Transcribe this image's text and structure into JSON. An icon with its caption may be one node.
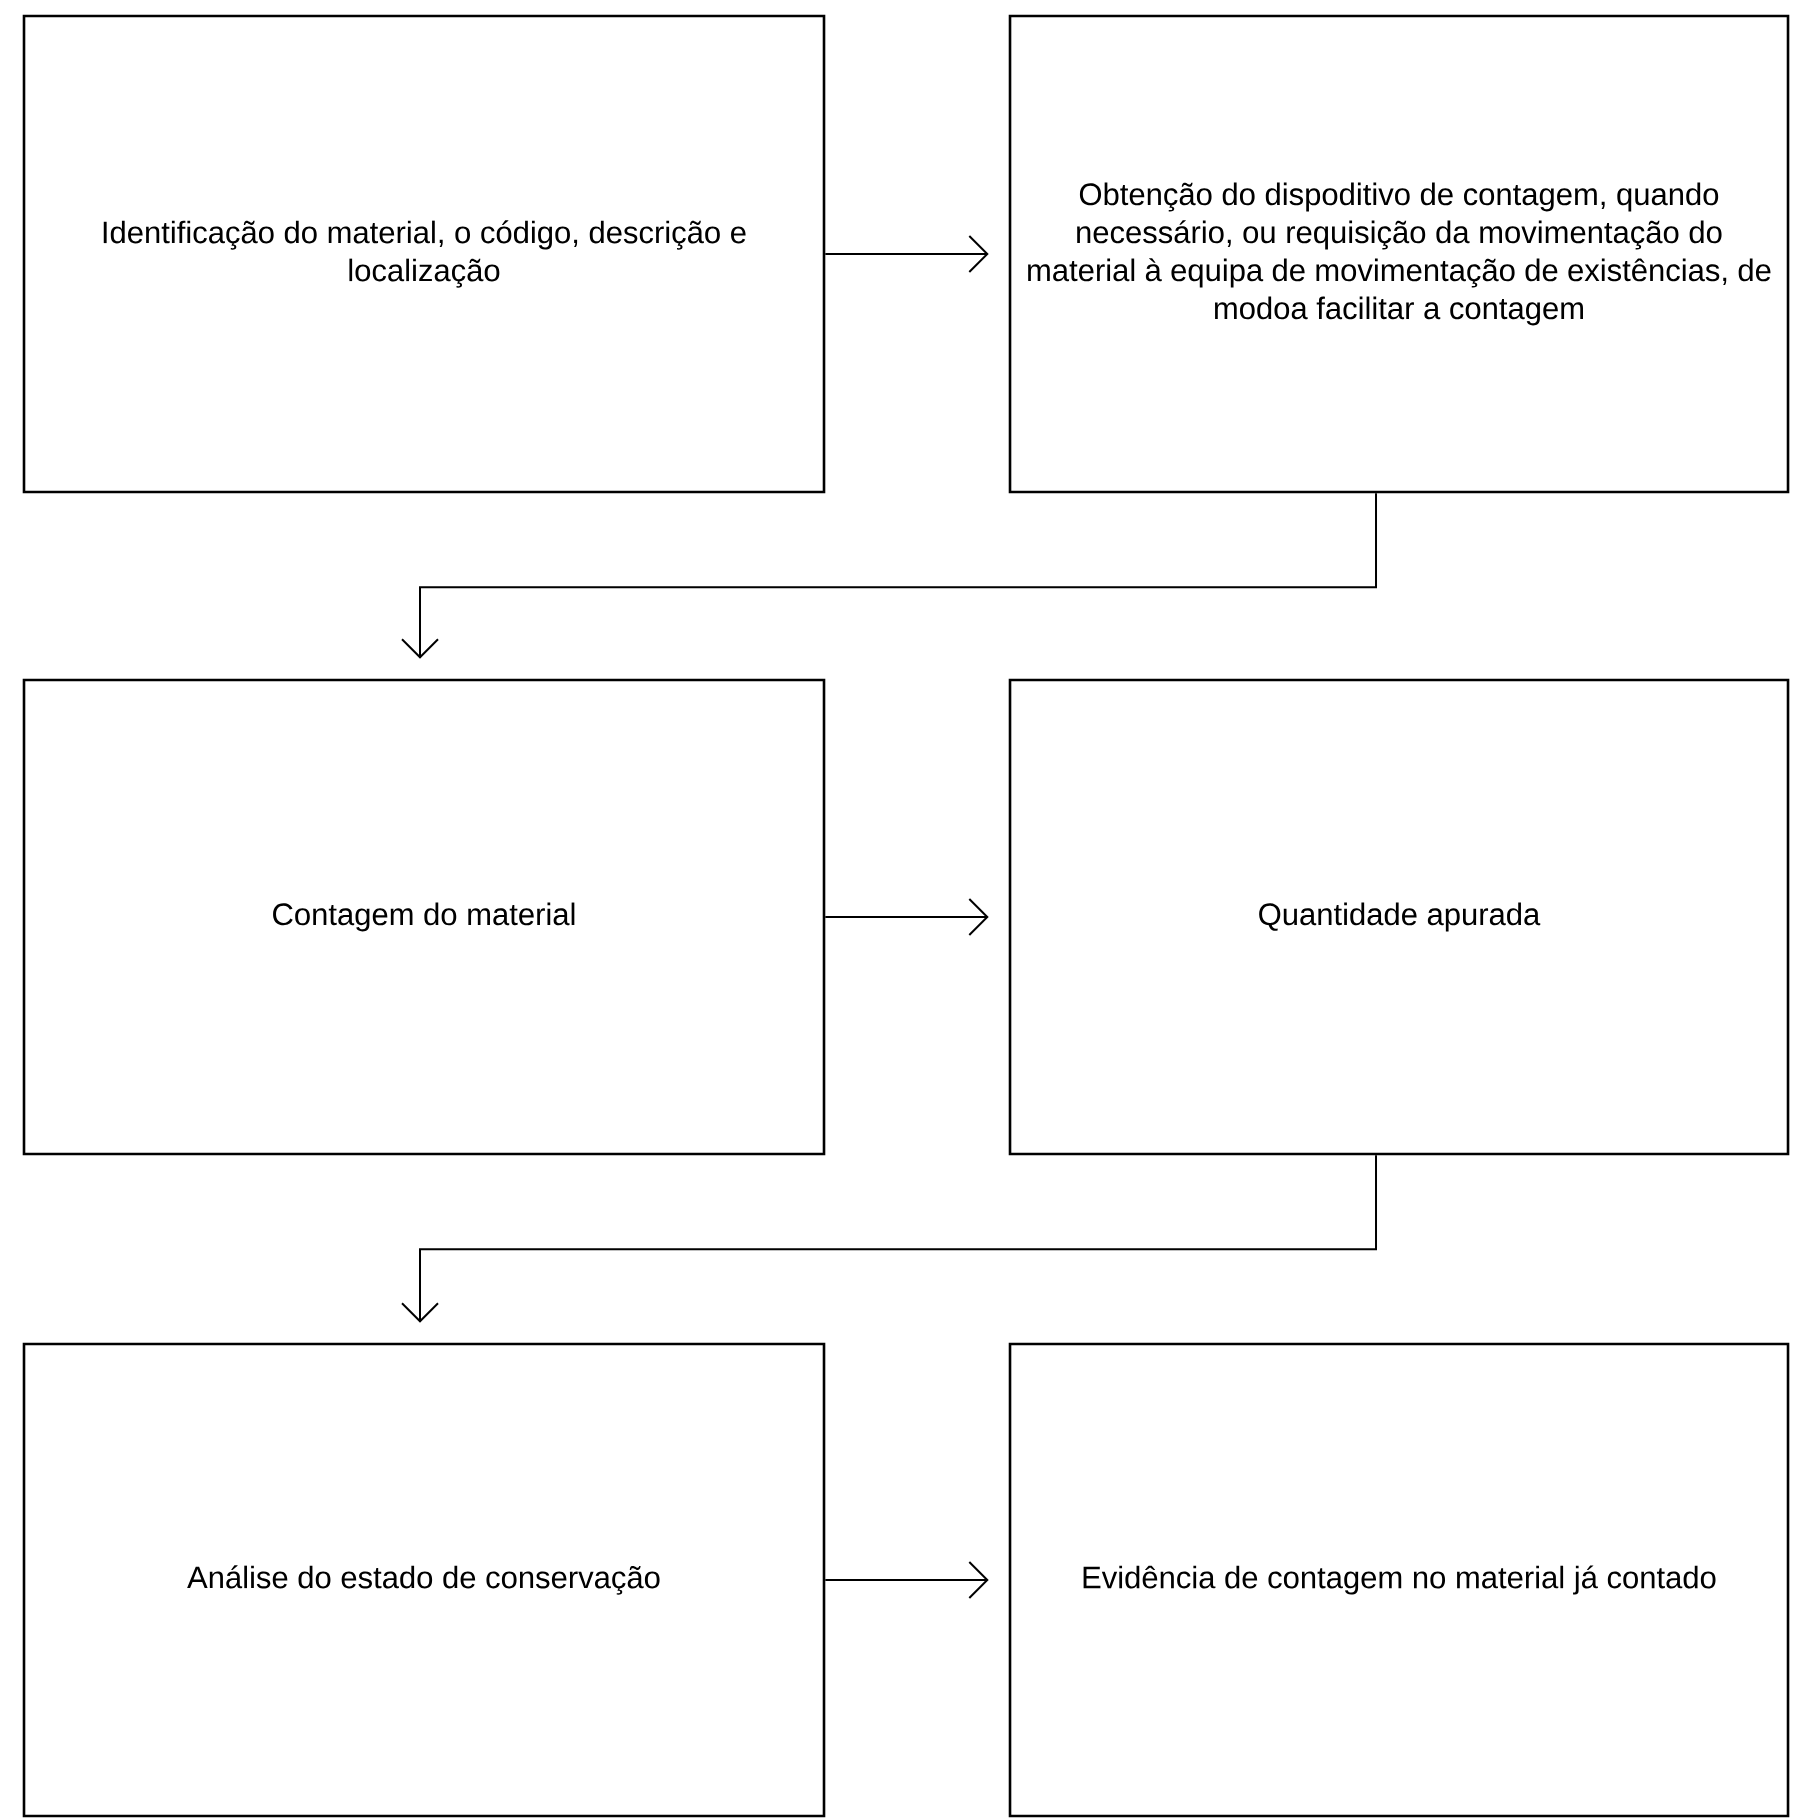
{
  "diagram": {
    "nodes": [
      {
        "text": [
          "Identificação do material, o código, descrição e localização"
        ]
      },
      {
        "text": [
          "Obtenção do dispoditivo de contagem, quando necessário, ou requisição da movimentação do material à equipa de movimentação de existências, de modoa facilitar a contagem"
        ]
      },
      {
        "text": [
          "Contagem do material"
        ]
      },
      {
        "text": [
          "Quantidade apurada"
        ]
      },
      {
        "text": [
          "Análise do estado de conservação"
        ]
      },
      {
        "text": [
          "Evidência de contagem no material já contado"
        ]
      }
    ],
    "edges": [
      {
        "from": 0,
        "to": 1,
        "arrow": "to"
      },
      {
        "from": 1,
        "to": 2,
        "arrow": "to"
      },
      {
        "from": 2,
        "to": 3,
        "arrow": "to"
      },
      {
        "from": 3,
        "to": 4,
        "arrow": "to"
      },
      {
        "from": 4,
        "to": 5,
        "arrow": "to"
      }
    ]
  }
}
